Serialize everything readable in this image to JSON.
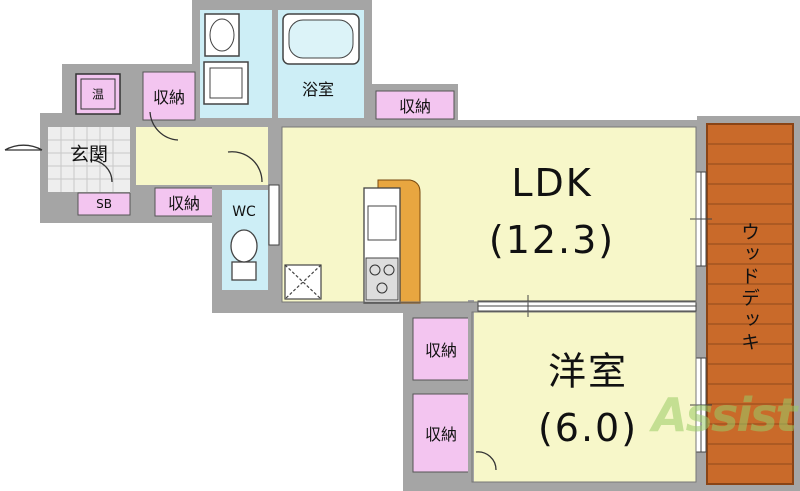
{
  "rooms": {
    "ldk_name": "LDK",
    "ldk_size": "(12.3)",
    "western_name": "洋室",
    "western_size": "(6.0)",
    "bath": "浴室",
    "entrance": "玄関",
    "wc": "WC",
    "shoe_box": "SB",
    "water_heater": "温",
    "wood_deck": "ウッドデッキ"
  },
  "storage": {
    "top_left": "収納",
    "top_right": "収納",
    "hall": "収納",
    "western_1": "収納",
    "western_2": "収納"
  },
  "watermark": "Assist",
  "colors": {
    "wall": "#a5a5a5",
    "ldk_floor": "#f7f7c9",
    "wet_area": "#cdeef6",
    "storage": "#f3c5f0",
    "deck": "#c96a2a",
    "kitchen_counter": "#e8a640"
  }
}
